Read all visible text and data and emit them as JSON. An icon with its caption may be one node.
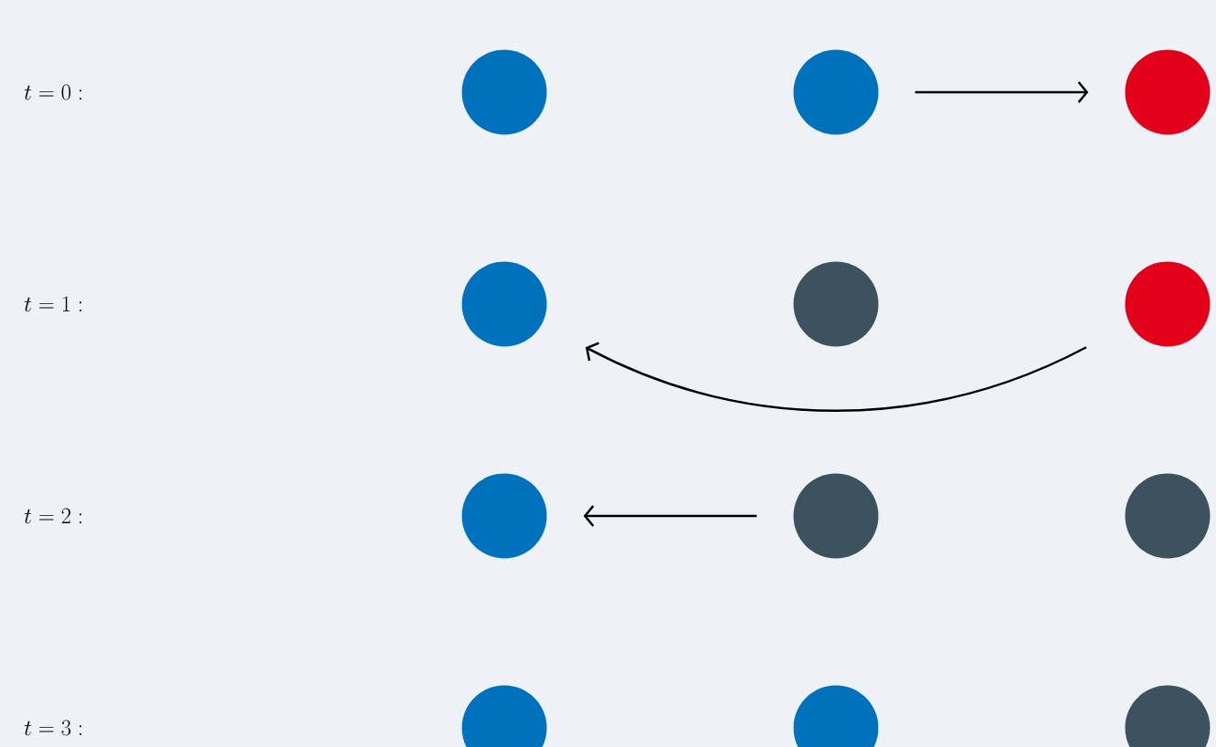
{
  "diagram": {
    "nodes": [
      {
        "text": [],
        "shape": "circle"
      },
      {
        "text": [],
        "shape": "circle"
      },
      {
        "text": [],
        "shape": "circle"
      },
      {
        "text": [],
        "shape": "circle"
      },
      {
        "text": [],
        "shape": "circle"
      },
      {
        "text": [],
        "shape": "circle"
      },
      {
        "text": [],
        "shape": "circle"
      },
      {
        "text": [],
        "shape": "circle"
      },
      {
        "text": [],
        "shape": "circle"
      },
      {
        "text": [],
        "shape": "circle"
      },
      {
        "text": [],
        "shape": "circle"
      },
      {
        "text": [],
        "shape": "circle"
      }
    ],
    "edges": [
      {
        "from": 1,
        "to": 2,
        "arrow": "to"
      },
      {
        "from": 5,
        "to": 3,
        "arrow": "to"
      },
      {
        "from": 7,
        "to": 6,
        "arrow": "to"
      }
    ],
    "labels": [
      "t = 0 :",
      "t = 1 :",
      "t = 2 :",
      "t = 3 :"
    ]
  }
}
